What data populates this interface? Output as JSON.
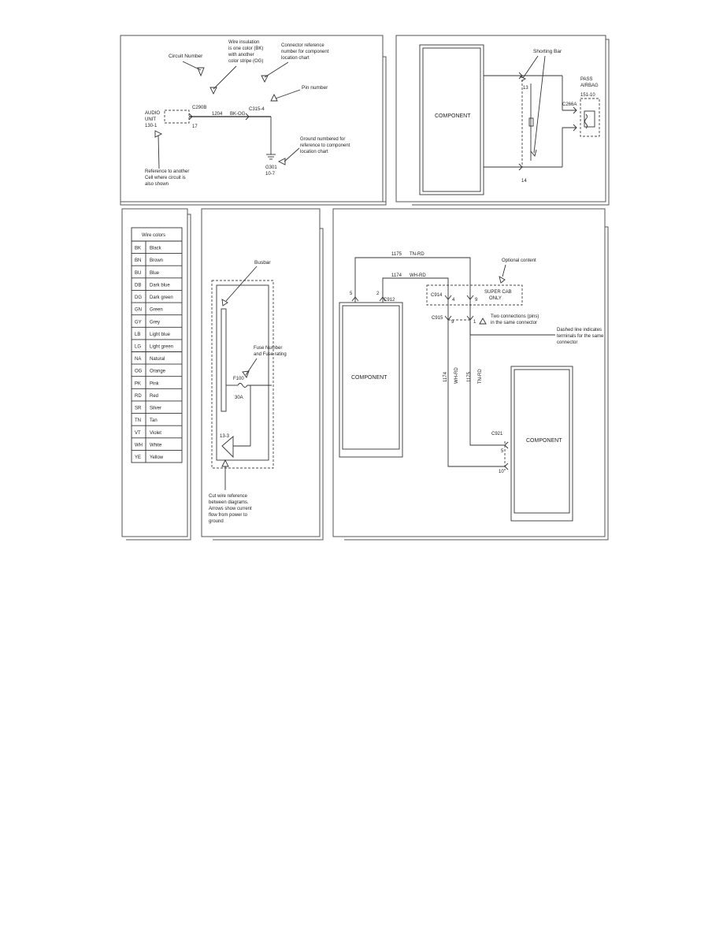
{
  "panel_legend": {
    "circuit_number_label": "Circuit Number",
    "wire_insulation_label": [
      "Wire insulation",
      "is one color (BK)",
      "with another",
      "color stripe (OG)"
    ],
    "connector_reference_label": [
      "Connector reference",
      "number for component",
      "location chart"
    ],
    "pin_number_label": "Pin number",
    "ground_label": [
      "Ground numbered for",
      "reference to component",
      "location chart"
    ],
    "reference_label": [
      "Reference to another",
      "Cell where circuit is",
      "also shown"
    ],
    "component_name": [
      "AUDIO",
      "UNIT"
    ],
    "component_ref": "130-1",
    "connector": "C290B",
    "connector_pin": "17",
    "circuit": "1204",
    "wire_color": "BK-OG",
    "connector2": "C315-4",
    "ground": "G301",
    "ground_ref": "10-7"
  },
  "panel_shorting": {
    "component_label": "COMPONENT",
    "shorting_bar_label": "Shorting Bar",
    "pin_top": "13",
    "pin_bottom": "14",
    "connector": "C266A",
    "device_name": [
      "PASS",
      "AIRBAG"
    ],
    "device_ref": "151-10"
  },
  "wire_colors": {
    "title": "Wire colors",
    "rows": [
      {
        "code": "BK",
        "name": "Black"
      },
      {
        "code": "BN",
        "name": "Brown"
      },
      {
        "code": "BU",
        "name": "Blue"
      },
      {
        "code": "DB",
        "name": "Dark blue"
      },
      {
        "code": "DG",
        "name": "Dark green"
      },
      {
        "code": "GN",
        "name": "Green"
      },
      {
        "code": "GY",
        "name": "Grey"
      },
      {
        "code": "LB",
        "name": "Light blue"
      },
      {
        "code": "LG",
        "name": "Light green"
      },
      {
        "code": "NA",
        "name": "Natural"
      },
      {
        "code": "OG",
        "name": "Orange"
      },
      {
        "code": "PK",
        "name": "Pink"
      },
      {
        "code": "RD",
        "name": "Red"
      },
      {
        "code": "SR",
        "name": "Silver"
      },
      {
        "code": "TN",
        "name": "Tan"
      },
      {
        "code": "VT",
        "name": "Violet"
      },
      {
        "code": "WH",
        "name": "White"
      },
      {
        "code": "YE",
        "name": "Yellow"
      }
    ]
  },
  "panel_fuse": {
    "busbar_label": "Busbar",
    "fuse_label": [
      "Fuse Number",
      "and Fuse rating"
    ],
    "fuse_number": "F100",
    "fuse_rating": "30A",
    "cut_ref": "13-3",
    "cut_label": [
      "Cut wire reference",
      "between diagrams.",
      "Arrows show current",
      "flow from power to",
      "ground"
    ]
  },
  "panel_connectors": {
    "component_left": "COMPONENT",
    "component_right": "COMPONENT",
    "wire_top_circuit": "1175",
    "wire_top_color": "TN-RD",
    "wire_mid_circuit": "1174",
    "wire_mid_color": "WH-RD",
    "optional_label": "Optional content",
    "left_pin_a": "5",
    "left_pin_b": "2",
    "left_connector": "C912",
    "opt_connector": "C914",
    "opt_pin_a": "4",
    "opt_pin_b": "9",
    "opt_text": [
      "SUPER CAB",
      "ONLY"
    ],
    "c915": "C915",
    "c915_pin_a": "9",
    "c915_pin_b": "1",
    "two_conn_label": [
      "Two connections (pins)",
      "in the same connector"
    ],
    "dashed_label": [
      "Dashed line indicates",
      "terminals for the same",
      "connector"
    ],
    "vert_a_circuit": "1174",
    "vert_a_color": "WH-RD",
    "vert_b_circuit": "1175",
    "vert_b_color": "TN-RD",
    "right_connector": "C921",
    "right_pin_a": "5",
    "right_pin_b": "10"
  }
}
